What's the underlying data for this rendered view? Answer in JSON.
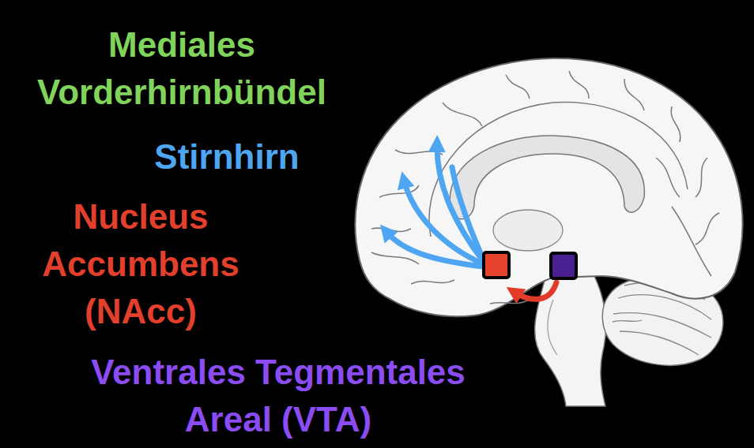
{
  "diagram": {
    "labels": [
      "Mediales Vorderhirnbündel",
      "Stirnhirn",
      "Nucleus Accumbens (NAcc)",
      "Ventrales Tegmentales Areal (VTA)"
    ]
  }
}
